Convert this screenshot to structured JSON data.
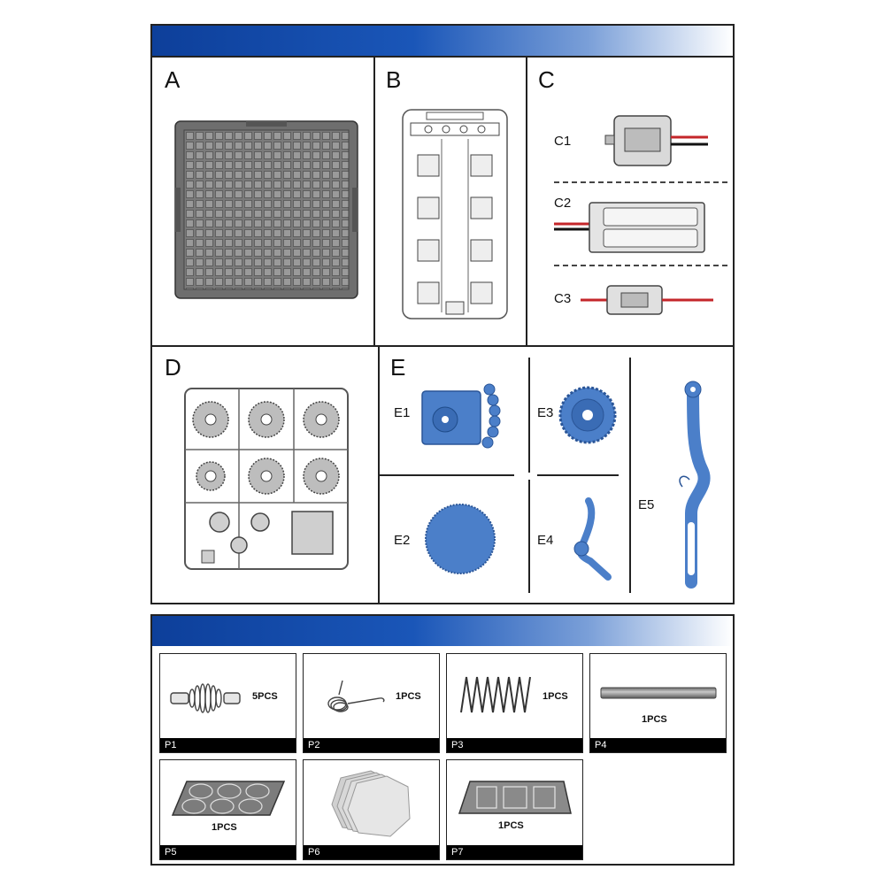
{
  "parts_sheet": {
    "cells": {
      "A": {
        "label": "A"
      },
      "B": {
        "label": "B"
      },
      "C": {
        "label": "C",
        "subparts": [
          "C1",
          "C2",
          "C3"
        ]
      },
      "D": {
        "label": "D"
      },
      "E": {
        "label": "E",
        "subparts": [
          "E1",
          "E2",
          "E3",
          "E4",
          "E5"
        ]
      }
    }
  },
  "components_sheet": {
    "items": [
      {
        "code": "P1",
        "qty": "5PCS"
      },
      {
        "code": "P2",
        "qty": "1PCS"
      },
      {
        "code": "P3",
        "qty": "1PCS"
      },
      {
        "code": "P4",
        "qty": "1PCS"
      },
      {
        "code": "P5",
        "qty": "1PCS"
      },
      {
        "code": "P6",
        "qty": ""
      },
      {
        "code": "P7",
        "qty": "1PCS"
      }
    ]
  },
  "colors": {
    "banner_dark": "#0d3f9a",
    "part_blue": "#4b7fc9",
    "part_gray": "#8a8a8a",
    "wire_red": "#c4262a",
    "wire_black": "#111111"
  }
}
